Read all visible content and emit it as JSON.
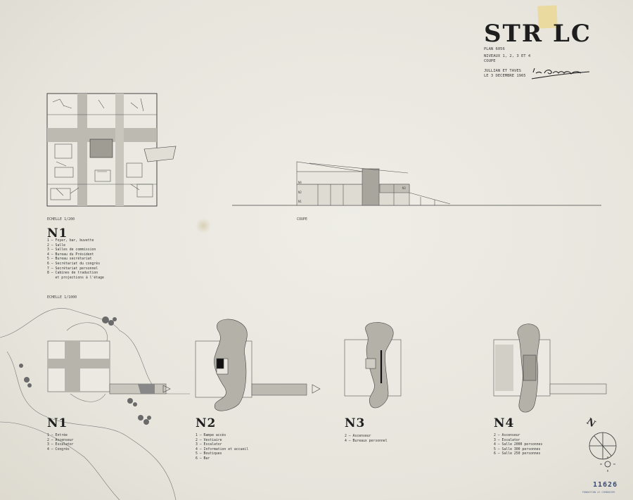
{
  "header": {
    "title": "STR LC",
    "plan": "PLAN 6056",
    "niveaux": "NIVEAUX 1, 2, 3 ET 4",
    "coupe": "COUPE",
    "authors": "JULLIAN ET TAVES",
    "date": "LE 3 DECEMBRE 1965",
    "signature": "Le Corbusier"
  },
  "top_plan": {
    "scale": "ECHELLE 1/200",
    "level_label": "N1",
    "legend": [
      "1 – Foyer, bar, buvette",
      "2 – Salle",
      "3 – Salles de commission",
      "4 – Bureau du Président",
      "5 – Bureau secrétariat",
      "6 – Secrétariat du congrès",
      "7 – Secrétariat personnel",
      "8 – Cabines de traduction",
      "    et projections à l'étage"
    ]
  },
  "section": {
    "label": "COUPE",
    "levels": [
      "N4",
      "N3",
      "N2",
      "N1"
    ]
  },
  "site": {
    "scale": "ECHELLE 1/1000"
  },
  "levels": [
    {
      "label": "N1",
      "legend": [
        "1 – Entrée",
        "2 – Ascenseur",
        "3 – Escalator",
        "4 – Congrès"
      ]
    },
    {
      "label": "N2",
      "legend": [
        "1 – Rampe accès",
        "2 – Vestiaire",
        "3 – Escalator",
        "4 – Information et accueil",
        "5 – Boutiques",
        "6 – Bar"
      ]
    },
    {
      "label": "N3",
      "legend": [
        "2 – Ascenseur",
        "4 – Bureaux personnel"
      ]
    },
    {
      "label": "N4",
      "legend": [
        "2 – Ascenseur",
        "3 – Escalator",
        "4 – Salle 2000 personnes",
        "5 – Salle 300 personnes",
        "6 – Salle 250 personnes"
      ]
    }
  ],
  "stamp": {
    "number": "11626",
    "foundation": "FONDATION LE CORBUSIER"
  },
  "colors": {
    "paper": "#e9e7df",
    "ink": "#2a2a2a",
    "grey": "#b9b6ad",
    "tape": "#ead894",
    "stamp": "#3a4b74"
  },
  "north_label": "N"
}
